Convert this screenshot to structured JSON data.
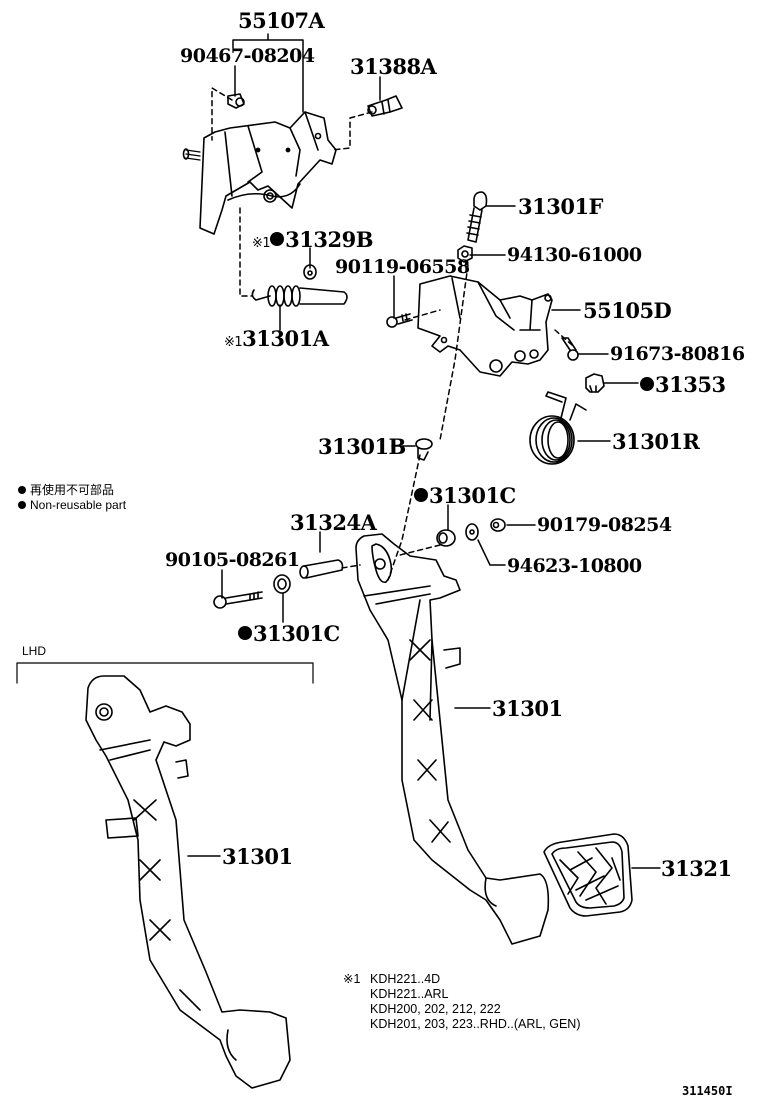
{
  "diagram": {
    "title": "Clutch pedal assembly parts diagram",
    "illustration_code": "311450I",
    "legend": {
      "line_jp": "再使用不可部品",
      "line_en": "Non-reusable part",
      "marker": "filled-circle"
    },
    "lhd_label": "LHD",
    "footnote": {
      "mark": "※1",
      "lines": [
        "KDH221..4D",
        "KDH221..ARL",
        "KDH200, 202, 212, 222",
        "KDH201, 203, 223..RHD..(ARL, GEN)"
      ]
    },
    "parts": [
      {
        "id": "55107A",
        "label": "55107A",
        "non_reusable": false,
        "note_ref": ""
      },
      {
        "id": "90467-08204",
        "label": "90467-08204",
        "non_reusable": false,
        "note_ref": ""
      },
      {
        "id": "31388A",
        "label": "31388A",
        "non_reusable": false,
        "note_ref": ""
      },
      {
        "id": "31301F",
        "label": "31301F",
        "non_reusable": false,
        "note_ref": ""
      },
      {
        "id": "94130-61000",
        "label": "94130-61000",
        "non_reusable": false,
        "note_ref": ""
      },
      {
        "id": "31329B",
        "label": "31329B",
        "non_reusable": true,
        "note_ref": "※1"
      },
      {
        "id": "90119-06558",
        "label": "90119-06558",
        "non_reusable": false,
        "note_ref": ""
      },
      {
        "id": "55105D",
        "label": "55105D",
        "non_reusable": false,
        "note_ref": ""
      },
      {
        "id": "31301A",
        "label": "31301A",
        "non_reusable": false,
        "note_ref": "※1"
      },
      {
        "id": "91673-80816",
        "label": "91673-80816",
        "non_reusable": false,
        "note_ref": ""
      },
      {
        "id": "31353",
        "label": "31353",
        "non_reusable": true,
        "note_ref": ""
      },
      {
        "id": "31301R",
        "label": "31301R",
        "non_reusable": false,
        "note_ref": ""
      },
      {
        "id": "31301B",
        "label": "31301B",
        "non_reusable": false,
        "note_ref": ""
      },
      {
        "id": "31301C-upper",
        "label": "31301C",
        "non_reusable": true,
        "note_ref": ""
      },
      {
        "id": "90179-08254",
        "label": "90179-08254",
        "non_reusable": false,
        "note_ref": ""
      },
      {
        "id": "31324A",
        "label": "31324A",
        "non_reusable": false,
        "note_ref": ""
      },
      {
        "id": "94623-10800",
        "label": "94623-10800",
        "non_reusable": false,
        "note_ref": ""
      },
      {
        "id": "90105-08261",
        "label": "90105-08261",
        "non_reusable": false,
        "note_ref": ""
      },
      {
        "id": "31301C-lower",
        "label": "31301C",
        "non_reusable": true,
        "note_ref": ""
      },
      {
        "id": "31301-rhd",
        "label": "31301",
        "non_reusable": false,
        "note_ref": ""
      },
      {
        "id": "31321",
        "label": "31321",
        "non_reusable": false,
        "note_ref": ""
      },
      {
        "id": "31301-lhd",
        "label": "31301",
        "non_reusable": false,
        "note_ref": ""
      }
    ]
  }
}
